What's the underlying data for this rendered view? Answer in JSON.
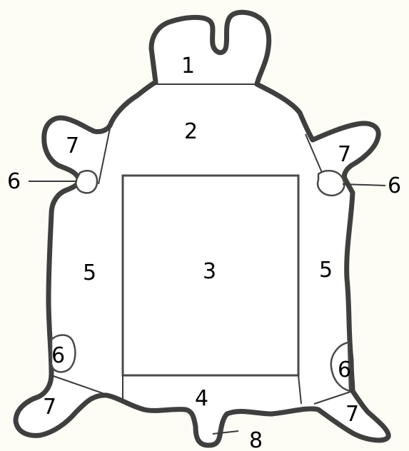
{
  "colors": {
    "outline": "#3f3f3f",
    "lines": "#3a3a3a",
    "background": "#fdfdf6",
    "text": "#000000"
  },
  "labels": {
    "head": "1",
    "shoulder": "2",
    "back": "3",
    "tail_region": "4",
    "side_left": "5",
    "side_right": "5",
    "pad_front_left": "6",
    "pad_front_right": "6",
    "pad_rear_left": "6",
    "pad_rear_right": "6",
    "foreleg_left": "7",
    "foreleg_right": "7",
    "hindleg_left": "7",
    "hindleg_right": "7",
    "tail": "8"
  }
}
